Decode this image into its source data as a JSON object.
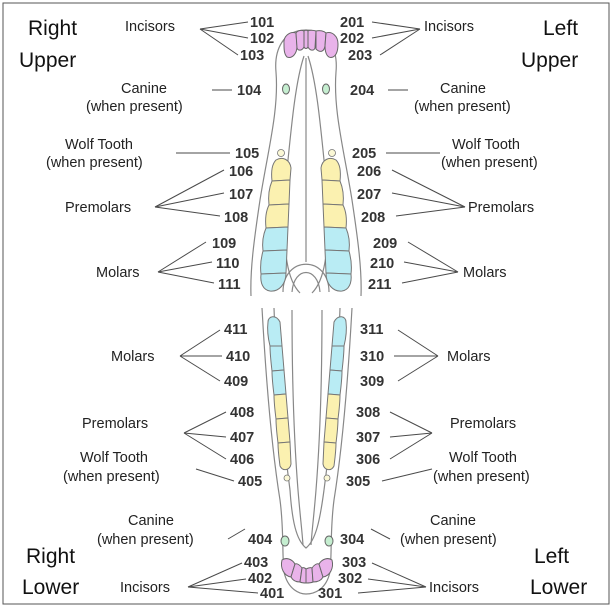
{
  "quadrants": {
    "upper_right": [
      "Right",
      "Upper"
    ],
    "upper_left": [
      "Left",
      "Upper"
    ],
    "lower_right": [
      "Right",
      "Lower"
    ],
    "lower_left": [
      "Left",
      "Lower"
    ]
  },
  "labels": {
    "incisors": "Incisors",
    "canine": "Canine",
    "when_present": "(when present)",
    "wolf_tooth": "Wolf Tooth",
    "premolars": "Premolars",
    "molars": "Molars"
  },
  "teeth": {
    "upper_right": {
      "incisors": [
        "101",
        "102",
        "103"
      ],
      "canine": [
        "104"
      ],
      "wolf": [
        "105"
      ],
      "premolars": [
        "106",
        "107",
        "108"
      ],
      "molars": [
        "109",
        "110",
        "111"
      ]
    },
    "upper_left": {
      "incisors": [
        "201",
        "202",
        "203"
      ],
      "canine": [
        "204"
      ],
      "wolf": [
        "205"
      ],
      "premolars": [
        "206",
        "207",
        "208"
      ],
      "molars": [
        "209",
        "210",
        "211"
      ]
    },
    "lower_left": {
      "molars": [
        "311",
        "310",
        "309"
      ],
      "premolars": [
        "308",
        "307",
        "306"
      ],
      "wolf": [
        "305"
      ],
      "canine": [
        "304"
      ],
      "incisors": [
        "303",
        "302",
        "301"
      ]
    },
    "lower_right": {
      "molars": [
        "411",
        "410",
        "409"
      ],
      "premolars": [
        "408",
        "407",
        "406"
      ],
      "wolf": [
        "405"
      ],
      "canine": [
        "404"
      ],
      "incisors": [
        "403",
        "402",
        "401"
      ]
    }
  },
  "colors": {
    "incisor": "#e9b3ea",
    "canine": "#c5eed0",
    "premolar": "#fbf1b0",
    "molar": "#b9ecf4",
    "wolf": "#fbf8d6"
  }
}
